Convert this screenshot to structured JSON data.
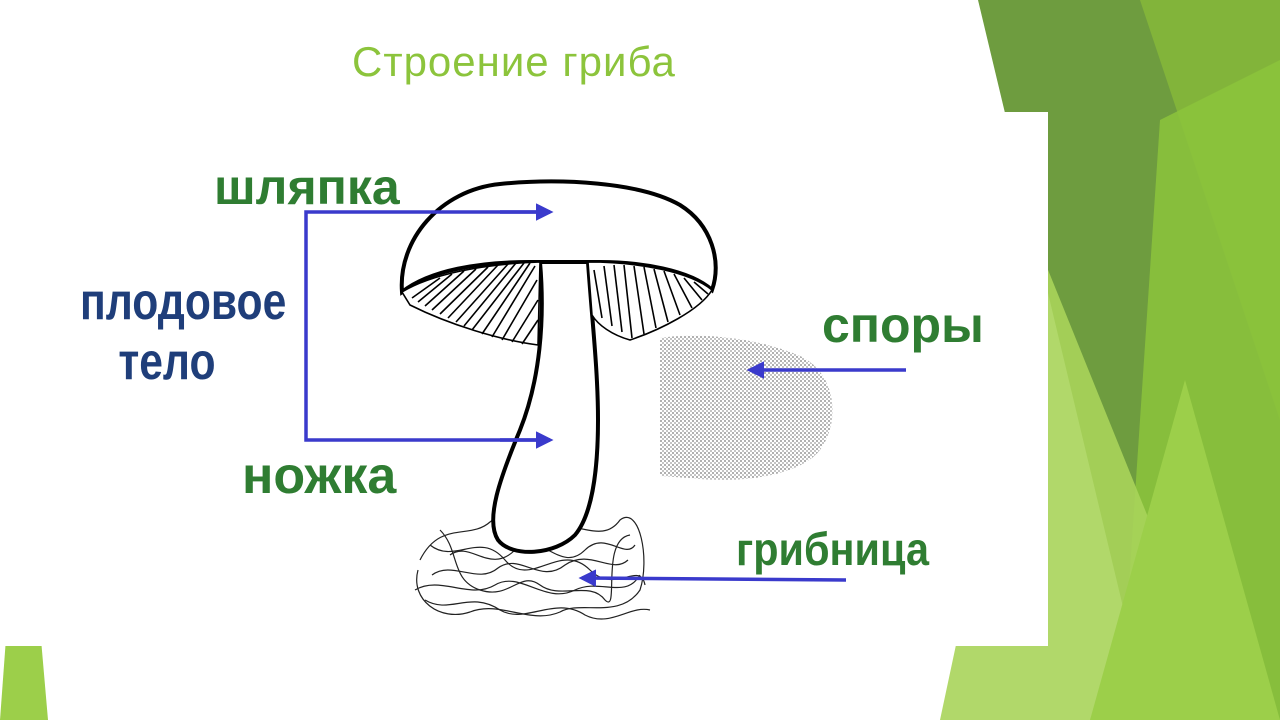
{
  "title": "Строение гриба",
  "labels": {
    "cap": "шляпка",
    "fruit_body": "плодовое\nтело",
    "stem": "ножка",
    "spores": "споры",
    "mycelium": "грибница"
  },
  "colors": {
    "title": "#8cc43c",
    "label_green": "#2f7d32",
    "label_blue": "#1f3e7a",
    "arrow": "#3a3acc",
    "deco_dark": "#6e9c3f",
    "deco_light": "#8cc43c"
  }
}
